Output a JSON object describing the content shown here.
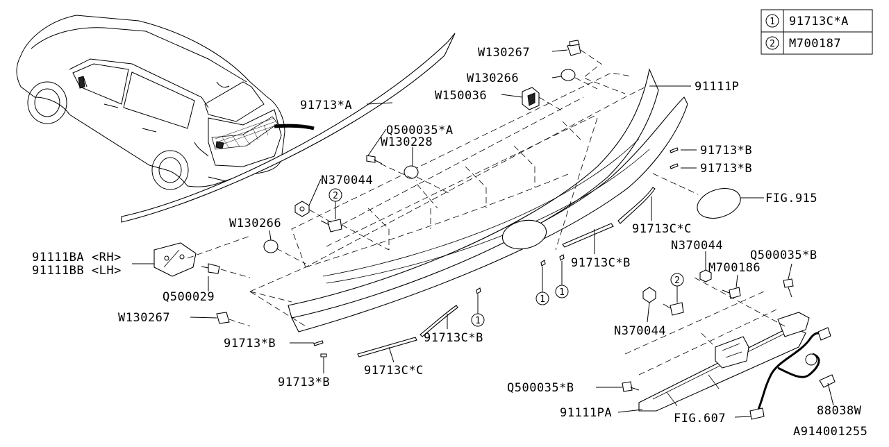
{
  "legend": [
    {
      "num": "1",
      "code": "91713C*A"
    },
    {
      "num": "2",
      "code": "M700187"
    }
  ],
  "labels": {
    "w130267_top": "W130267",
    "w130266_top": "W130266",
    "w150036": "W150036",
    "p91111P": "91111P",
    "p91713A": "91713*A",
    "q500035A": "Q500035*A",
    "w130228": "W130228",
    "n370044_left": "N370044",
    "w130266_left": "W130266",
    "p91111BA": "91111BA <RH>",
    "p91111BB": "91111BB <LH>",
    "q500029": "Q500029",
    "w130267_left": "W130267",
    "p91713B_left": "91713*B",
    "p91713B_bottom": "91713*B",
    "p91713CC_bottom": "91713C*C",
    "p91713CB_bottom": "91713C*B",
    "p91713B_right1": "91713*B",
    "p91713B_right2": "91713*B",
    "fig915": "FIG.915",
    "p91713CC_right": "91713C*C",
    "p91713CB_mid": "91713C*B",
    "n370044_right_top": "N370044",
    "m700186": "M700186",
    "q500035B_top": "Q500035*B",
    "n370044_right_bottom": "N370044",
    "q500035B_bottom": "Q500035*B",
    "p91111PA": "91111PA",
    "fig607": "FIG.607",
    "p88038W": "88038W",
    "diagram_id": "A914001255"
  },
  "callouts": {
    "c1a": "1",
    "c1b": "1",
    "c1c": "1",
    "c2a": "2",
    "c2b": "2"
  }
}
